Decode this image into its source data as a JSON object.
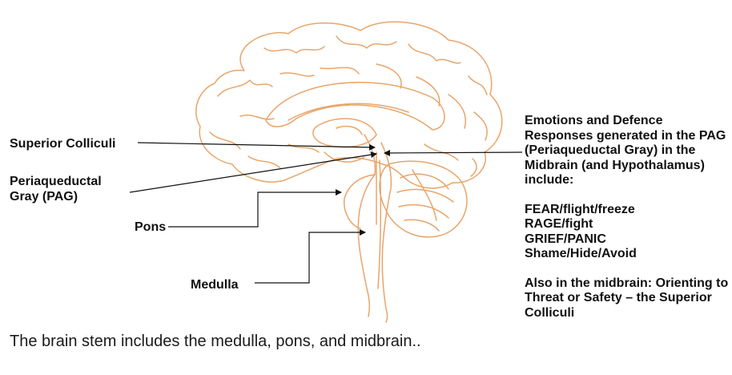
{
  "labels": {
    "superior_colliculi": "Superior Colliculi",
    "pag": "Periaqueductal Gray (PAG)",
    "pons": "Pons",
    "medulla": "Medulla"
  },
  "caption": "The brain stem includes the medulla, pons, and midbrain..",
  "right_panel": {
    "heading": "Emotions and Defence Responses generated in the PAG (Periaqueductal Gray) in the Midbrain (and Hypothalamus) include:",
    "responses": [
      "FEAR/flight/freeze",
      "RAGE/fight",
      "GRIEF/PANIC",
      "Shame/Hide/Avoid"
    ],
    "also": "Also in the midbrain: Orienting to Threat or Safety – the Superior Colliculi"
  },
  "colors": {
    "brain_outline": "#e8a56a",
    "pointer_lines": "#111111"
  }
}
